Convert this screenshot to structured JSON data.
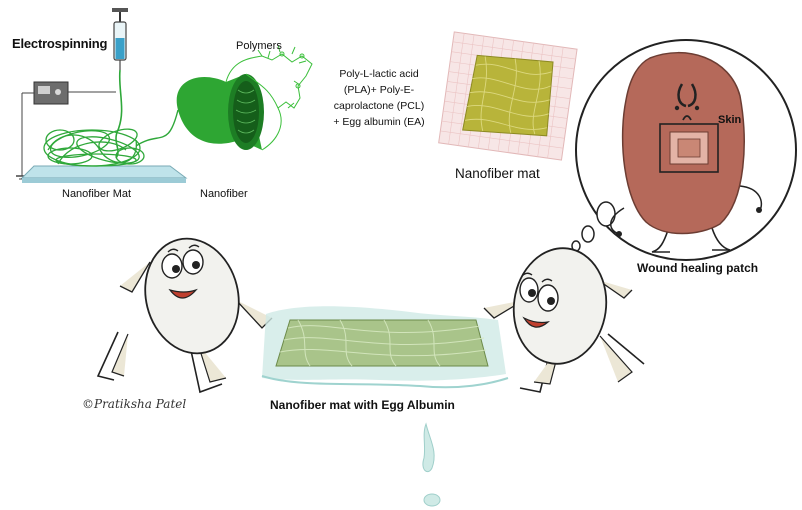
{
  "labels": {
    "electrospinning": "Electrospinning",
    "polymers": "Polymers",
    "nanofiber_mat_small": "Nanofiber Mat",
    "nanofiber": "Nanofiber",
    "composition": [
      "Poly-L-lactic acid",
      "(PLA)+  Poly-E-",
      "caprolactone (PCL)",
      "+ Egg albumin (EA)"
    ],
    "nanofiber_mat": "Nanofiber mat",
    "skin": "Skin",
    "wound_healing_patch": "Wound healing patch",
    "nanofiber_mat_with_egg_albumin": "Nanofiber mat with Egg Albumin",
    "signature": "©Pratiksha Patel"
  },
  "colors": {
    "fiber_green": "#2fa83a",
    "mat_olive": "#b8b43a",
    "skin_brown": "#b5695a",
    "collector_blue": "#bfe3ea",
    "egg_white": "#f2f2ee",
    "albumin_mat": "#a9c48a"
  }
}
